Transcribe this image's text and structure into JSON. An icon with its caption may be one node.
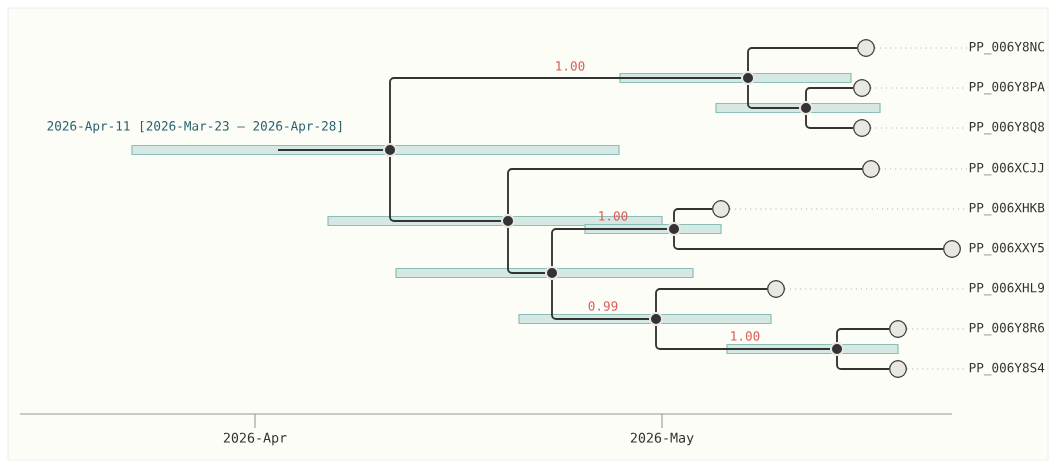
{
  "diagram": {
    "nodes": [
      {
        "text": [],
        "shape": "circle",
        "beside": [
          "2026-Apr-11 [2026-Mar-23 – 2026-Apr-28]"
        ]
      },
      {
        "text": [],
        "shape": "circle"
      },
      {
        "text": [],
        "shape": "circle"
      },
      {
        "text": [],
        "shape": "circle"
      },
      {
        "text": [],
        "shape": "circle"
      },
      {
        "text": [],
        "shape": "circle"
      },
      {
        "text": [],
        "shape": "circle"
      },
      {
        "text": [],
        "shape": "circle"
      },
      {
        "text": [],
        "shape": "circle"
      },
      {
        "text": [],
        "shape": "circle"
      },
      {
        "text": [],
        "shape": "circle"
      },
      {
        "text": [],
        "shape": "circle"
      },
      {
        "text": [],
        "shape": "circle"
      },
      {
        "text": [],
        "shape": "circle"
      },
      {
        "text": [],
        "shape": "circle"
      },
      {
        "text": [],
        "shape": "circle"
      },
      {
        "text": [],
        "shape": "circle"
      },
      {
        "text": [
          "PP_006Y8NC"
        ]
      },
      {
        "text": [
          "PP_006Y8PA"
        ]
      },
      {
        "text": [
          "PP_006Y8Q8"
        ]
      },
      {
        "text": [
          "PP_006XCJJ"
        ]
      },
      {
        "text": [
          "PP_006XHKB"
        ]
      },
      {
        "text": [
          "PP_006XXY5"
        ]
      },
      {
        "text": [
          "PP_006XHL9"
        ]
      },
      {
        "text": [
          "PP_006Y8R6"
        ]
      },
      {
        "text": [
          "PP_006Y8S4"
        ]
      }
    ],
    "edges": [
      {
        "from": 0,
        "to": 1,
        "arrow": "none",
        "label": "1.00"
      },
      {
        "from": 1,
        "to": 2,
        "arrow": "none"
      },
      {
        "from": 1,
        "to": 3,
        "arrow": "none"
      },
      {
        "from": 3,
        "to": 4,
        "arrow": "none"
      },
      {
        "from": 3,
        "to": 5,
        "arrow": "none"
      },
      {
        "from": 0,
        "to": 6,
        "arrow": "none"
      },
      {
        "from": 6,
        "to": 7,
        "arrow": "none"
      },
      {
        "from": 6,
        "to": 8,
        "arrow": "none"
      },
      {
        "from": 8,
        "to": 9,
        "arrow": "none",
        "label": "1.00"
      },
      {
        "from": 9,
        "to": 10,
        "arrow": "none"
      },
      {
        "from": 9,
        "to": 11,
        "arrow": "none"
      },
      {
        "from": 8,
        "to": 12,
        "arrow": "none",
        "label": "0.99"
      },
      {
        "from": 12,
        "to": 13,
        "arrow": "none"
      },
      {
        "from": 12,
        "to": 14,
        "arrow": "none",
        "label": "1.00"
      },
      {
        "from": 14,
        "to": 15,
        "arrow": "none"
      },
      {
        "from": 14,
        "to": 16,
        "arrow": "none"
      },
      {
        "from": null,
        "to": 0,
        "arrow": "none"
      },
      {
        "from": 2,
        "to": 17,
        "arrow": "none",
        "style": "dashed",
        "color": "#aaaaaa"
      },
      {
        "from": 4,
        "to": 18,
        "arrow": "none",
        "style": "dashed",
        "color": "#aaaaaa"
      },
      {
        "from": 5,
        "to": 19,
        "arrow": "none",
        "style": "dashed",
        "color": "#aaaaaa"
      },
      {
        "from": 7,
        "to": 20,
        "arrow": "none",
        "style": "dashed",
        "color": "#aaaaaa"
      },
      {
        "from": 10,
        "to": 21,
        "arrow": "none",
        "style": "dashed",
        "color": "#aaaaaa"
      },
      {
        "from": 13,
        "to": 23,
        "arrow": "none",
        "style": "dashed",
        "color": "#aaaaaa"
      },
      {
        "from": 15,
        "to": 24,
        "arrow": "none",
        "style": "dashed",
        "color": "#aaaaaa"
      },
      {
        "from": 16,
        "to": 25,
        "arrow": "none",
        "style": "dashed",
        "color": "#aaaaaa"
      }
    ],
    "labels": [
      "2026-Apr",
      "2026-May"
    ]
  }
}
